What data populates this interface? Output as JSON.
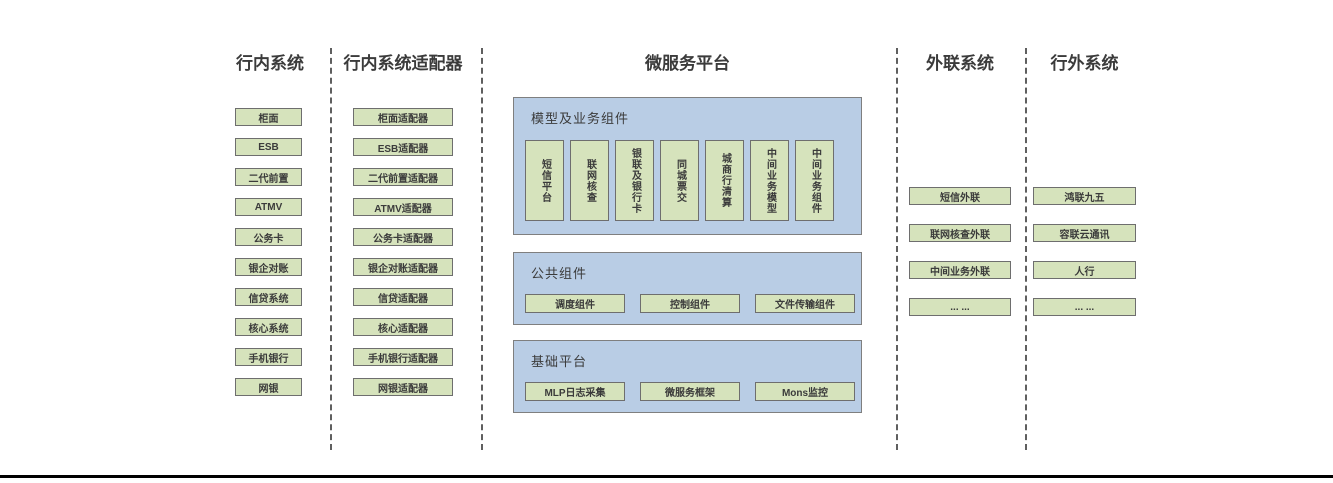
{
  "colors": {
    "box_fill": "#d6e3bc",
    "box_border": "#6e6e6e",
    "panel_fill": "#b9cde5",
    "panel_border": "#7f7f7f",
    "divider": "#5f5f5f",
    "text": "#3b3b3b",
    "rule": "#000000",
    "background": "#ffffff"
  },
  "columns": [
    {
      "id": "inbank-systems",
      "title": "行内系统",
      "items": [
        "柜面",
        "ESB",
        "二代前置",
        "ATMV",
        "公务卡",
        "银企对账",
        "信贷系统",
        "核心系统",
        "手机银行",
        "网银"
      ]
    },
    {
      "id": "inbank-system-adapters",
      "title": "行内系统适配器",
      "items": [
        "柜面适配器",
        "ESB适配器",
        "二代前置适配器",
        "ATMV适配器",
        "公务卡适配器",
        "银企对账适配器",
        "信贷适配器",
        "核心适配器",
        "手机银行适配器",
        "网银适配器"
      ]
    },
    {
      "id": "microservice-platform",
      "title": "微服务平台",
      "panels": [
        {
          "id": "model-business-components",
          "title": "模型及业务组件",
          "items": [
            "短信平台",
            "联网核查",
            "银联及银行卡",
            "同城票交",
            "城商行清算",
            "中间业务模型",
            "中间业务组件"
          ]
        },
        {
          "id": "common-components",
          "title": "公共组件",
          "items": [
            "调度组件",
            "控制组件",
            "文件传输组件"
          ]
        },
        {
          "id": "base-platform",
          "title": "基础平台",
          "items": [
            "MLP日志采集",
            "微服务框架",
            "Mons监控"
          ]
        }
      ]
    },
    {
      "id": "external-link-systems",
      "title": "外联系统",
      "items": [
        "短信外联",
        "联网核查外联",
        "中间业务外联",
        "... ..."
      ]
    },
    {
      "id": "outbank-systems",
      "title": "行外系统",
      "items": [
        "鸿联九五",
        "容联云通讯",
        "人行",
        "... ..."
      ]
    }
  ]
}
